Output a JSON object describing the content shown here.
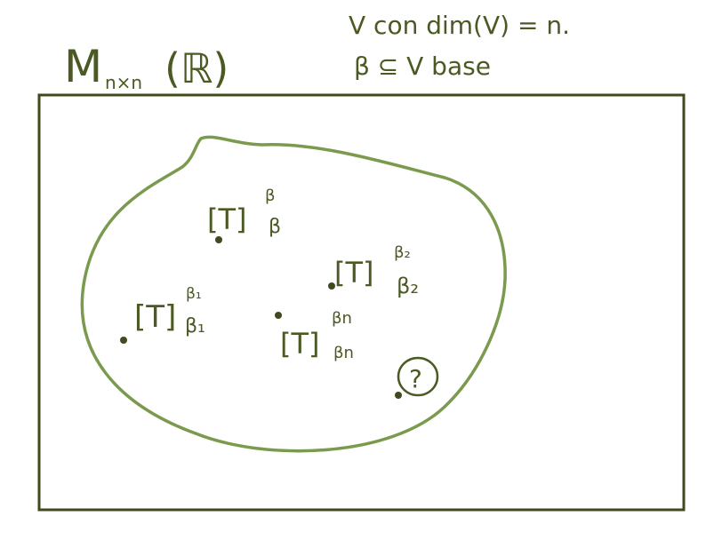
{
  "title": {
    "space": "M",
    "subscript": "n×n",
    "field": "(ℝ)"
  },
  "header_note": {
    "line1": "V con dim(V) = n.",
    "line2": "β ⊆ V base"
  },
  "points": [
    {
      "base": "[T]",
      "sup": "β",
      "sub": "β"
    },
    {
      "base": "[T]",
      "sup": "β₂",
      "sub": "β₂"
    },
    {
      "base": "[T]",
      "sup": "β₁",
      "sub": "β₁"
    },
    {
      "base": "[T]",
      "sup": "βn",
      "sub": "βn"
    },
    {
      "base": "?"
    }
  ],
  "colors": {
    "ink": "#4a5a22",
    "box": "#3f4a1f",
    "blob": "#7a9a4e"
  }
}
